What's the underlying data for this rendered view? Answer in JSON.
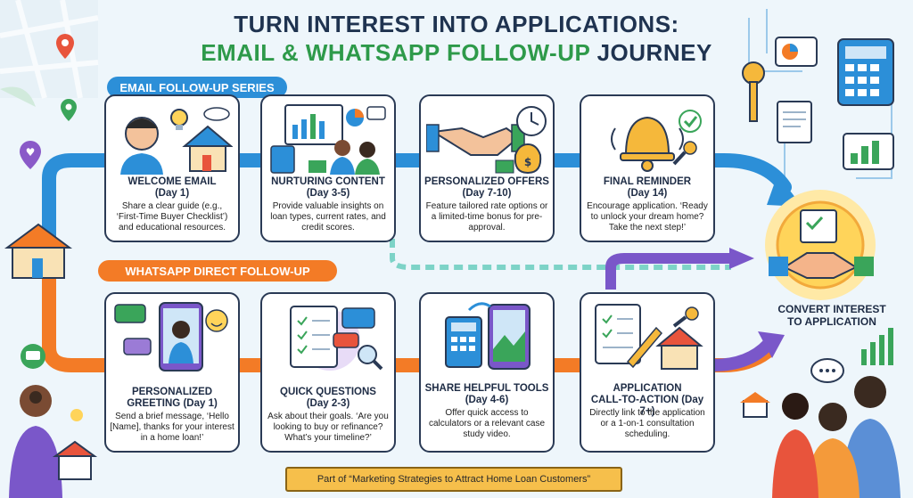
{
  "title": {
    "line1": "TURN INTEREST INTO APPLICATIONS:",
    "line2_part1": "EMAIL & WHATSAPP FOLLOW-UP",
    "line2_part2": "JOURNEY"
  },
  "sections": {
    "email": "EMAIL FOLLOW-UP SERIES",
    "whatsapp": "WHATSAPP DIRECT FOLLOW-UP"
  },
  "email_steps": [
    {
      "title_line1": "WELCOME EMAIL",
      "title_line2": "(Day 1)",
      "desc": "Share a clear guide (e.g., ‘First-Time Buyer Checklist’) and educational resources."
    },
    {
      "title_line1": "NURTURING CONTENT",
      "title_line2": "(Day 3-5)",
      "desc": "Provide valuable insights on loan types, current rates, and credit scores."
    },
    {
      "title_line1": "PERSONALIZED OFFERS",
      "title_line2": "(Day 7-10)",
      "desc": "Feature tailored rate options or a limited-time bonus for pre-approval."
    },
    {
      "title_line1": "FINAL REMINDER",
      "title_line2": "(Day 14)",
      "desc": "Encourage application. ‘Ready to unlock your dream home? Take the next step!’"
    }
  ],
  "whatsapp_steps": [
    {
      "title_line1": "PERSONALIZED",
      "title_line2": "GREETING (Day 1)",
      "desc": "Send a brief message, ‘Hello [Name], thanks for your interest in a home loan!’"
    },
    {
      "title_line1": "QUICK QUESTIONS",
      "title_line2": "(Day 2-3)",
      "desc": "Ask about their goals. ‘Are you looking to buy or refinance? What’s your timeline?’"
    },
    {
      "title_line1": "SHARE HELPFUL TOOLS",
      "title_line2": "(Day 4-6)",
      "desc": "Offer quick access to calculators or a relevant case study video."
    },
    {
      "title_line1": "APPLICATION",
      "title_line2": "CALL-TO-ACTION (Day 7+)",
      "desc": "Directly link to the application or a 1-on-1 consultation scheduling."
    }
  ],
  "goal": {
    "line1": "CONVERT INTEREST",
    "line2": "TO APPLICATION"
  },
  "footer": "Part of “Marketing Strategies to Attract Home Loan Customers”",
  "colors": {
    "email_accent": "#2c8fd8",
    "whatsapp_accent": "#f37b26",
    "title_green": "#2e9a4a",
    "title_navy": "#1f3350",
    "goal_glow": "#ffd45a",
    "purple_arrow": "#7a57c9"
  }
}
